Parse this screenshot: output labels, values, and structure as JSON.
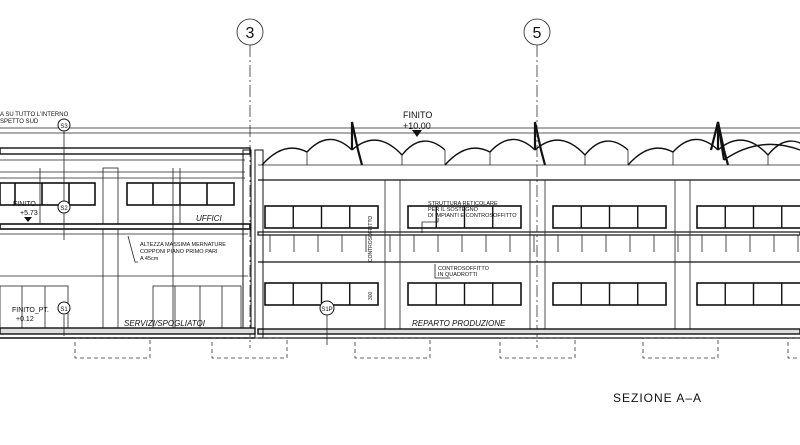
{
  "grid_axes": [
    {
      "label": "3"
    },
    {
      "label": "5"
    }
  ],
  "notes": {
    "top_left_line1": "A SU TUTTO L'INTERNO",
    "top_left_line2": "SPETTO SUD",
    "finito_roof_label": "FINITO",
    "finito_roof_value": "+10.00",
    "finito_first_label": "FINITO",
    "finito_first_value": "+5.73",
    "finito_ground_label": "FINITO_PT.",
    "finito_ground_value": "+0.12",
    "uffici": "UFFICI",
    "servizi": "SERVIZI/SPOGLIATOI",
    "altezza_line1": "ALTEZZA MASSIMA MERNATURE",
    "altezza_line2": "COPPONI PIANO PRIMO PARI",
    "altezza_line3": "A 45cm",
    "struttura_line1": "STRUTTURA RETICOLARE",
    "struttura_line2": "PER IL SOSTEGNO",
    "struttura_line3": "DI IMPIANTI E CONTROSOFFITTO",
    "controsoffitto_line1": "CONTROSOFFITTO",
    "controsoffitto_line2": "IN QUADROTTI",
    "reparto": "REPARTO PRODUZIONE",
    "controsoffitto_vert": "CONTROSOFFITTO",
    "dim_vert": "300",
    "tag_s3": "S3",
    "tag_s2": "S2",
    "tag_s1": "S1",
    "tag_s1p": "S1P"
  },
  "title": "SEZIONE A–A"
}
